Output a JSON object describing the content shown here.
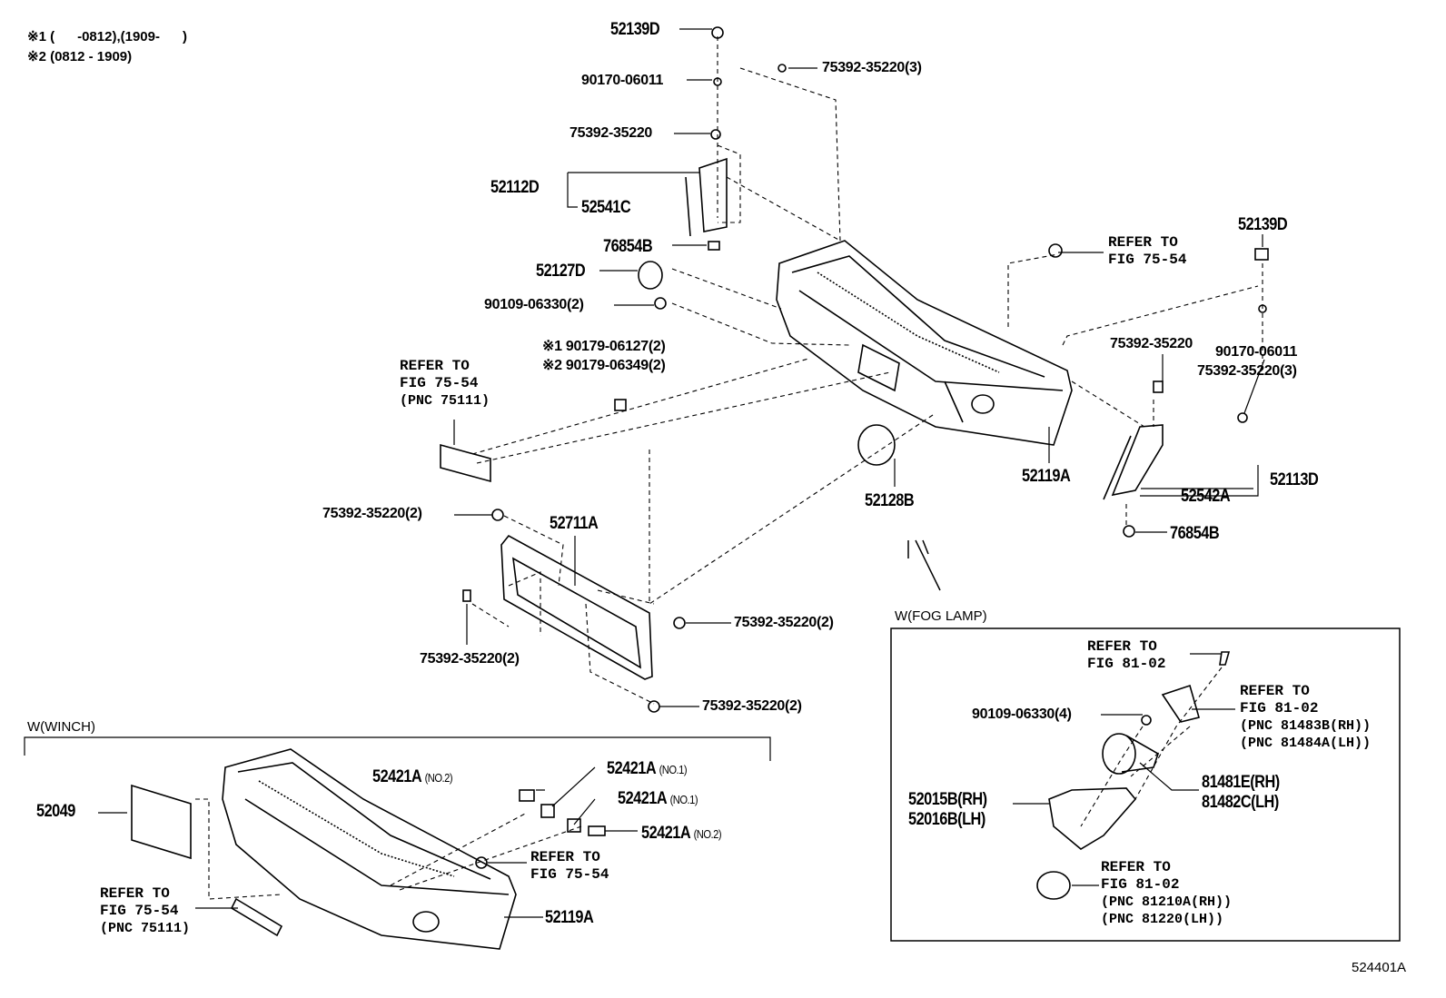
{
  "notes": {
    "n1": "※1 (      -0812),(1909-      )",
    "n2": "※2 (0812 - 1909)"
  },
  "parts": {
    "p52139D_top": "52139D",
    "p90170_top": "90170-06011",
    "p75392_3_top": "75392-35220(3)",
    "p75392_top": "75392-35220",
    "p52112D": "52112D",
    "p52541C": "52541C",
    "p76854B_left": "76854B",
    "p52127D": "52127D",
    "p90109_2": "90109-06330(2)",
    "p90179_1": "※1 90179-06127(2)",
    "p90179_2": "※2 90179-06349(2)",
    "p52139D_right": "52139D",
    "p75392_right": "75392-35220",
    "p90170_right": "90170-06011",
    "p75392_3_right": "75392-35220(3)",
    "p52119A_main": "52119A",
    "p52113D": "52113D",
    "p52542A": "52542A",
    "p76854B_right": "76854B",
    "p52128B": "52128B",
    "p52711A": "52711A",
    "p75392_2_a": "75392-35220(2)",
    "p75392_2_b": "75392-35220(2)",
    "p75392_2_c": "75392-35220(2)",
    "p75392_2_d": "75392-35220(2)",
    "p52049": "52049",
    "p52421A_a": "52421A",
    "p52421A_a_sub": "(NO.2)",
    "p52421A_b": "52421A",
    "p52421A_b_sub": "(NO.1)",
    "p52421A_c": "52421A",
    "p52421A_c_sub": "(NO.1)",
    "p52421A_d": "52421A",
    "p52421A_d_sub": "(NO.2)",
    "p52119A_winch": "52119A",
    "p90109_4": "90109-06330(4)",
    "p81481E": "81481E(RH)",
    "p81482C": "81482C(LH)",
    "p52015B": "52015B(RH)",
    "p52016B": "52016B(LH)"
  },
  "refs": {
    "plate": [
      "REFER TO",
      "FIG 75-54",
      "(PNC 75111)"
    ],
    "hook": [
      "REFER TO",
      "FIG 75-54"
    ],
    "winch_hook": [
      "REFER TO",
      "FIG 75-54"
    ],
    "winch_plate": [
      "REFER TO",
      "FIG 75-54",
      "(PNC 75111)"
    ],
    "fog_top": [
      "REFER TO",
      "FIG 81-02"
    ],
    "fog_cover": [
      "REFER TO",
      "FIG 81-02",
      "(PNC 81483B(RH))",
      "(PNC 81484A(LH))"
    ],
    "fog_lamp": [
      "REFER TO",
      "FIG 81-02",
      "(PNC 81210A(RH))",
      "(PNC 81220(LH))"
    ]
  },
  "sections": {
    "fog": "W(FOG LAMP)",
    "winch": "W(WINCH)"
  },
  "figure_id": "524401A"
}
